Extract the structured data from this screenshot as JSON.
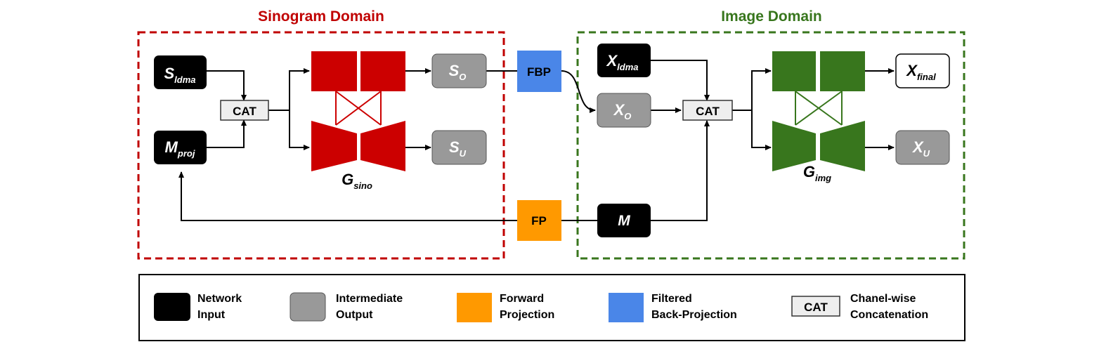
{
  "domains": {
    "sinogram": {
      "title": "Sinogram Domain",
      "color": "#c00000"
    },
    "image": {
      "title": "Image Domain",
      "color": "#38761d"
    }
  },
  "nodes": {
    "s_ldma": {
      "main": "S",
      "sub": "ldma"
    },
    "m_proj": {
      "main": "M",
      "sub": "proj"
    },
    "cat_sino": {
      "main": "CAT"
    },
    "s_o": {
      "main": "S",
      "sub": "O"
    },
    "s_u": {
      "main": "S",
      "sub": "U"
    },
    "g_sino": {
      "main": "G",
      "sub": "sino"
    },
    "fbp": {
      "main": "FBP"
    },
    "fp": {
      "main": "FP"
    },
    "x_ldma": {
      "main": "X",
      "sub": "ldma"
    },
    "x_o": {
      "main": "X",
      "sub": "O"
    },
    "cat_img": {
      "main": "CAT"
    },
    "x_final": {
      "main": "X",
      "sub": "final"
    },
    "x_u": {
      "main": "X",
      "sub": "U"
    },
    "g_img": {
      "main": "G",
      "sub": "img"
    },
    "m": {
      "main": "M"
    }
  },
  "legend": {
    "network_input": {
      "line1": "Network",
      "line2": "Input"
    },
    "intermediate_output": {
      "line1": "Intermediate",
      "line2": "Output"
    },
    "forward_projection": {
      "line1": "Forward",
      "line2": "Projection"
    },
    "filtered_back_projection": {
      "line1": "Filtered",
      "line2": "Back-Projection"
    },
    "cat": {
      "box": "CAT",
      "line1": "Chanel-wise",
      "line2": "Concatenation"
    }
  },
  "colors": {
    "input": "#000000",
    "intermediate": "#999999",
    "forward_projection": "#ff9900",
    "back_projection": "#4a86e8",
    "cat": "#eeeeee",
    "sino_net": "#cc0000",
    "img_net": "#38761d"
  }
}
